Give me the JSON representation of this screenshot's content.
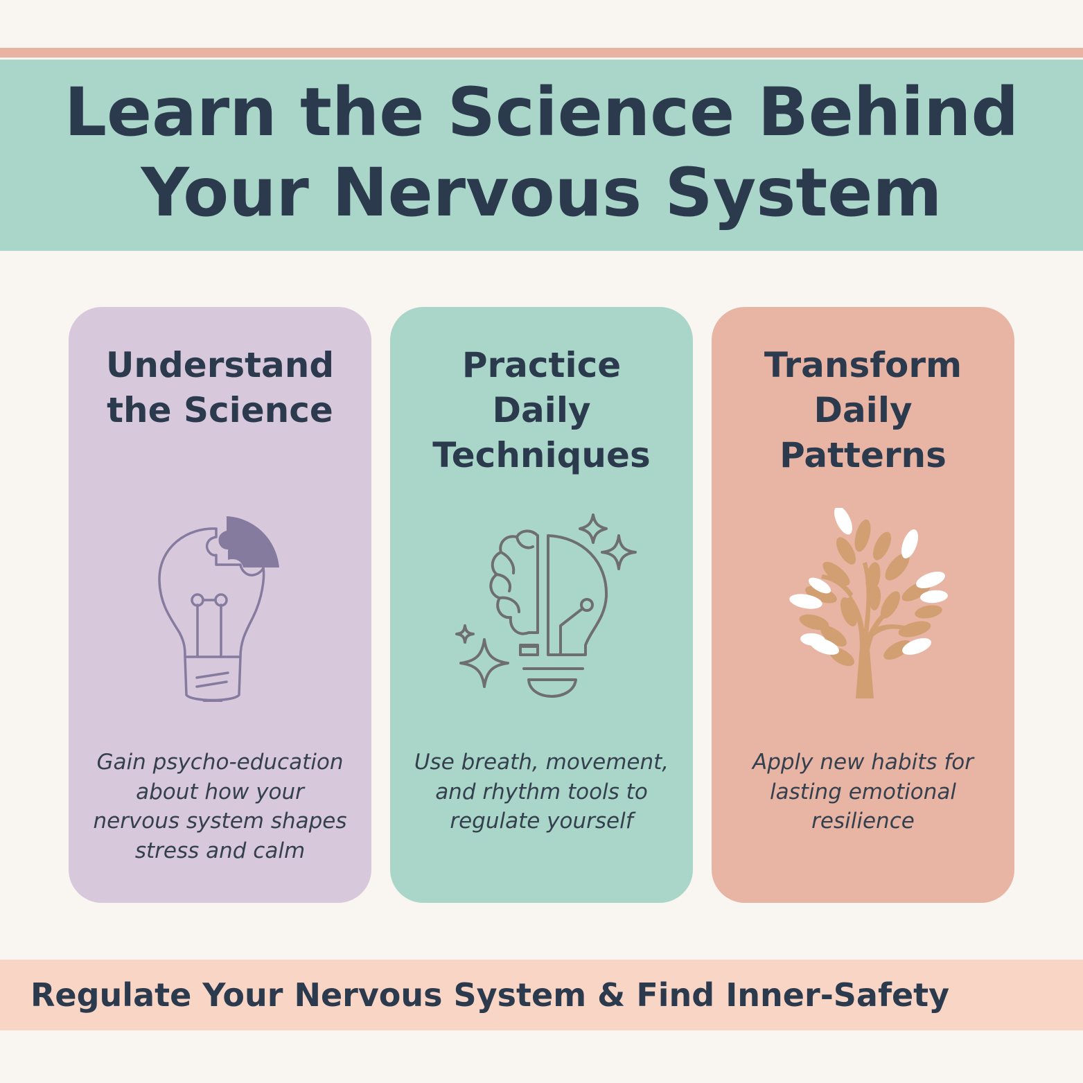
{
  "header": {
    "title_lines": [
      "Learn the Science Behind",
      "Your Nervous System"
    ]
  },
  "cards": [
    {
      "title_lines": [
        "Understand",
        "the Science"
      ],
      "icon": "lightbulb-puzzle-icon",
      "description_lines": [
        "Gain psycho-education",
        "about how your",
        "nervous system shapes",
        "stress and calm"
      ],
      "color": "#d8c8dc"
    },
    {
      "title_lines": [
        "Practice",
        "Daily",
        "Techniques"
      ],
      "icon": "brain-lightbulb-sparkles-icon",
      "description_lines": [
        "Use breath, movement,",
        "and rhythm tools to",
        "regulate yourself"
      ],
      "color": "#aad6c9"
    },
    {
      "title_lines": [
        "Transform",
        "Daily",
        "Patterns"
      ],
      "icon": "tree-icon",
      "description_lines": [
        "Apply new habits for",
        "lasting emotional",
        "resilience"
      ],
      "color": "#e8b4a3"
    }
  ],
  "footer": {
    "text": "Regulate Your Nervous System & Find Inner-Safety"
  },
  "colors": {
    "background": "#f9f5f0",
    "header_band": "#aad6c9",
    "top_stripe": "#e8b3a3",
    "footer_band": "#f8d5c5",
    "text_dark": "#2c3a4e"
  }
}
